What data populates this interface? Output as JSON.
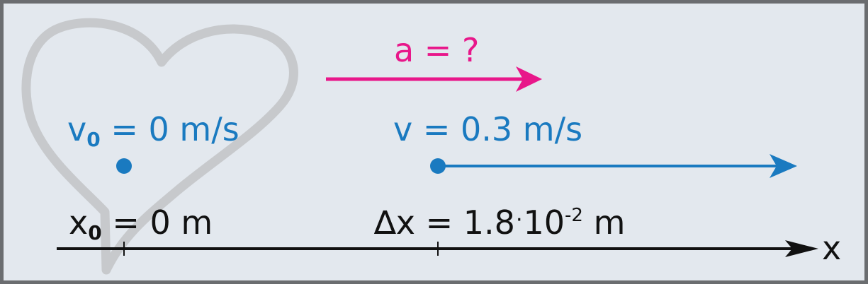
{
  "labels": {
    "accel": "a = ?",
    "v0_main": "v",
    "v0_sub": "0",
    "v0_rest": " = 0 m/s",
    "v": "v = 0.3 m/s",
    "x0_main": "x",
    "x0_sub": "0",
    "x0_rest": " = 0 m",
    "dx_main": "∆x = 1.8",
    "dx_dot": "·",
    "dx_ten": "10",
    "dx_exp": "-2",
    "dx_unit": " m",
    "axis": "x"
  },
  "colors": {
    "background": "#e3e8ee",
    "border": "#6b6d70",
    "velocity": "#1a7ac0",
    "acceleration": "#e8178a",
    "axis": "#111111",
    "watermark": "#c7c9cc"
  },
  "watermark_icon": "heart-outline-icon"
}
